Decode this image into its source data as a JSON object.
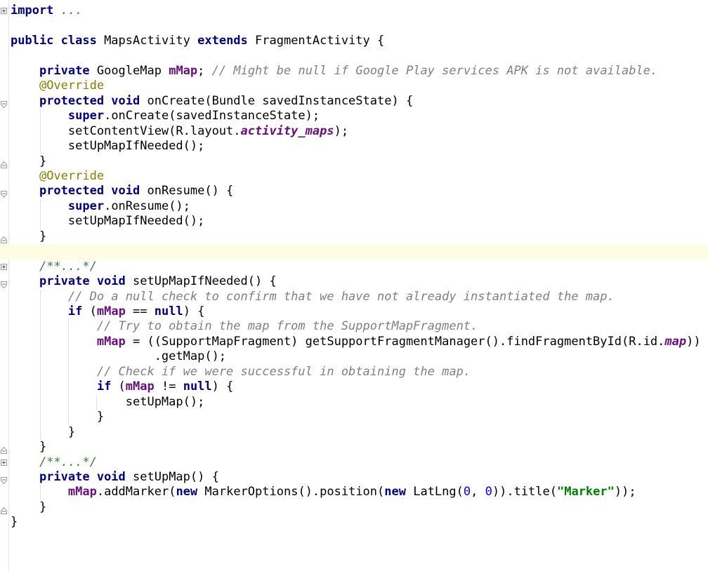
{
  "editor": {
    "lines": [
      {
        "tokens": [
          {
            "t": "import",
            "c": "kw"
          },
          {
            "t": " ...",
            "c": "comment-plain"
          }
        ],
        "fold": "plus"
      },
      {
        "tokens": []
      },
      {
        "tokens": [
          {
            "t": "public class",
            "c": "kw"
          },
          {
            "t": " MapsActivity "
          },
          {
            "t": "extends",
            "c": "kw"
          },
          {
            "t": " FragmentActivity {"
          }
        ]
      },
      {
        "tokens": []
      },
      {
        "tokens": [
          {
            "t": "    "
          },
          {
            "t": "private",
            "c": "kw"
          },
          {
            "t": " GoogleMap "
          },
          {
            "t": "mMap",
            "c": "field"
          },
          {
            "t": "; "
          },
          {
            "t": "// Might be null if Google Play services APK is not available.",
            "c": "comment"
          }
        ]
      },
      {
        "tokens": [
          {
            "t": "    "
          },
          {
            "t": "@Override",
            "c": "ann"
          }
        ]
      },
      {
        "tokens": [
          {
            "t": "    "
          },
          {
            "t": "protected void",
            "c": "kw"
          },
          {
            "t": " onCreate(Bundle savedInstanceState) {"
          }
        ],
        "fold": "open"
      },
      {
        "tokens": [
          {
            "t": "        "
          },
          {
            "t": "super",
            "c": "kw"
          },
          {
            "t": ".onCreate(savedInstanceState);"
          }
        ]
      },
      {
        "tokens": [
          {
            "t": "        setContentView(R.layout."
          },
          {
            "t": "activity_maps",
            "c": "static"
          },
          {
            "t": ");"
          }
        ]
      },
      {
        "tokens": [
          {
            "t": "        setUpMapIfNeeded();"
          }
        ]
      },
      {
        "tokens": [
          {
            "t": "    }"
          }
        ],
        "fold": "close"
      },
      {
        "tokens": [
          {
            "t": "    "
          },
          {
            "t": "@Override",
            "c": "ann"
          }
        ]
      },
      {
        "tokens": [
          {
            "t": "    "
          },
          {
            "t": "protected void",
            "c": "kw"
          },
          {
            "t": " onResume() {"
          }
        ],
        "fold": "open"
      },
      {
        "tokens": [
          {
            "t": "        "
          },
          {
            "t": "super",
            "c": "kw"
          },
          {
            "t": ".onResume();"
          }
        ]
      },
      {
        "tokens": [
          {
            "t": "        setUpMapIfNeeded();"
          }
        ]
      },
      {
        "tokens": [
          {
            "t": "    }"
          }
        ],
        "fold": "close"
      },
      {
        "tokens": [],
        "current": true
      },
      {
        "tokens": [
          {
            "t": "    "
          },
          {
            "t": "/**...*/",
            "c": "doc"
          }
        ],
        "fold": "plus"
      },
      {
        "tokens": [
          {
            "t": "    "
          },
          {
            "t": "private void",
            "c": "kw"
          },
          {
            "t": " setUpMapIfNeeded() {"
          }
        ],
        "fold": "open"
      },
      {
        "tokens": [
          {
            "t": "        "
          },
          {
            "t": "// Do a null check to confirm that we have not already instantiated the map.",
            "c": "comment"
          }
        ]
      },
      {
        "tokens": [
          {
            "t": "        "
          },
          {
            "t": "if",
            "c": "kw"
          },
          {
            "t": " ("
          },
          {
            "t": "mMap",
            "c": "field"
          },
          {
            "t": " == "
          },
          {
            "t": "null",
            "c": "kw"
          },
          {
            "t": ") {"
          }
        ]
      },
      {
        "tokens": [
          {
            "t": "            "
          },
          {
            "t": "// Try to obtain the map from the SupportMapFragment.",
            "c": "comment"
          }
        ]
      },
      {
        "tokens": [
          {
            "t": "            "
          },
          {
            "t": "mMap",
            "c": "field"
          },
          {
            "t": " = ((SupportMapFragment) getSupportFragmentManager().findFragmentById(R.id."
          },
          {
            "t": "map",
            "c": "static"
          },
          {
            "t": "))"
          }
        ]
      },
      {
        "tokens": [
          {
            "t": "                    .getMap();"
          }
        ]
      },
      {
        "tokens": [
          {
            "t": "            "
          },
          {
            "t": "// Check if we were successful in obtaining the map.",
            "c": "comment"
          }
        ]
      },
      {
        "tokens": [
          {
            "t": "            "
          },
          {
            "t": "if",
            "c": "kw"
          },
          {
            "t": " ("
          },
          {
            "t": "mMap",
            "c": "field"
          },
          {
            "t": " != "
          },
          {
            "t": "null",
            "c": "kw"
          },
          {
            "t": ") {"
          }
        ]
      },
      {
        "tokens": [
          {
            "t": "                setUpMap();"
          }
        ]
      },
      {
        "tokens": [
          {
            "t": "            }"
          }
        ]
      },
      {
        "tokens": [
          {
            "t": "        }"
          }
        ]
      },
      {
        "tokens": [
          {
            "t": "    }"
          }
        ],
        "fold": "close"
      },
      {
        "tokens": [
          {
            "t": "    "
          },
          {
            "t": "/**...*/",
            "c": "doc"
          }
        ],
        "fold": "plus"
      },
      {
        "tokens": [
          {
            "t": "    "
          },
          {
            "t": "private void",
            "c": "kw"
          },
          {
            "t": " setUpMap() {"
          }
        ],
        "fold": "open"
      },
      {
        "tokens": [
          {
            "t": "        "
          },
          {
            "t": "mMap",
            "c": "field"
          },
          {
            "t": ".addMarker("
          },
          {
            "t": "new",
            "c": "kw"
          },
          {
            "t": " MarkerOptions().position("
          },
          {
            "t": "new",
            "c": "kw"
          },
          {
            "t": " LatLng("
          },
          {
            "t": "0",
            "c": "num"
          },
          {
            "t": ", "
          },
          {
            "t": "0",
            "c": "num"
          },
          {
            "t": ")).title("
          },
          {
            "t": "\"Marker\"",
            "c": "str"
          },
          {
            "t": "));"
          }
        ]
      },
      {
        "tokens": [
          {
            "t": "    }"
          }
        ],
        "fold": "close"
      },
      {
        "tokens": [
          {
            "t": "}"
          }
        ]
      }
    ]
  },
  "colors": {
    "keyword": "#000080",
    "field": "#660e7a",
    "comment": "#808080",
    "doc_comment": "#3d7a3d",
    "annotation": "#808000",
    "string": "#008000",
    "number": "#0000ff",
    "current_line": "#fefde3"
  }
}
